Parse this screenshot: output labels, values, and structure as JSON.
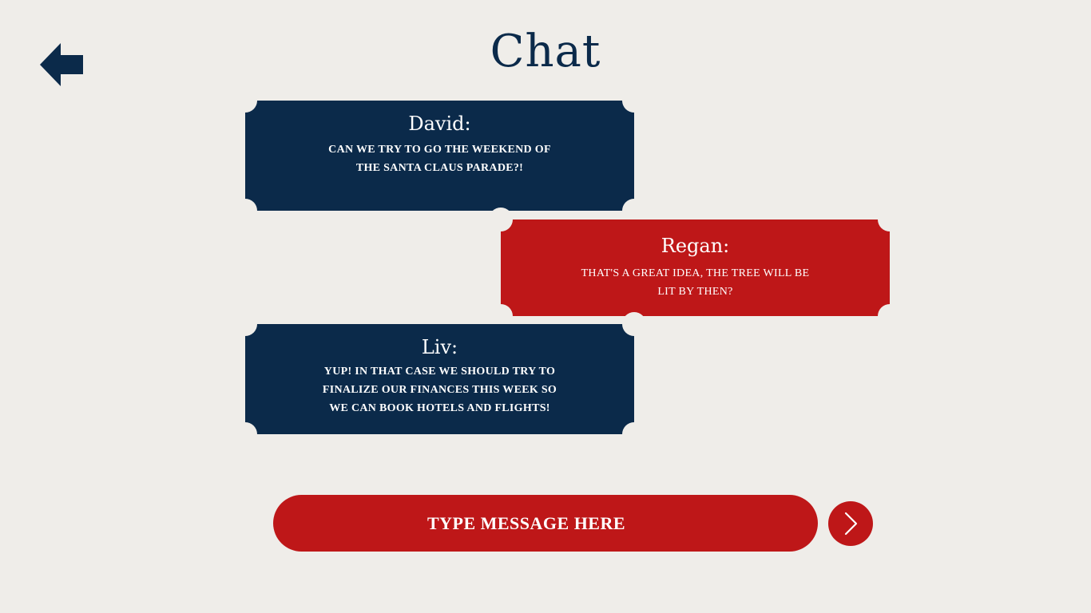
{
  "header": {
    "title": "Chat",
    "back_icon": "back-arrow-icon"
  },
  "messages": [
    {
      "sender": "David:",
      "text": "CAN WE TRY TO GO THE WEEKEND OF THE SANTA CLAUS PARADE?!",
      "align": "left",
      "style": "navy"
    },
    {
      "sender": "Regan:",
      "text": "THAT'S A GREAT IDEA, THE TREE WILL BE LIT BY THEN?",
      "align": "right",
      "style": "red"
    },
    {
      "sender": "Liv:",
      "text": "YUP! IN THAT CASE WE SHOULD TRY TO FINALIZE OUR FINANCES THIS WEEK SO WE CAN BOOK HOTELS AND FLIGHTS!",
      "align": "left",
      "style": "navy"
    }
  ],
  "composer": {
    "placeholder": "TYPE MESSAGE HERE",
    "send_icon": "chevron-right-icon"
  },
  "colors": {
    "background": "#efede9",
    "navy": "#0b2a4a",
    "red": "#be1718",
    "text_light": "#ffffff"
  }
}
